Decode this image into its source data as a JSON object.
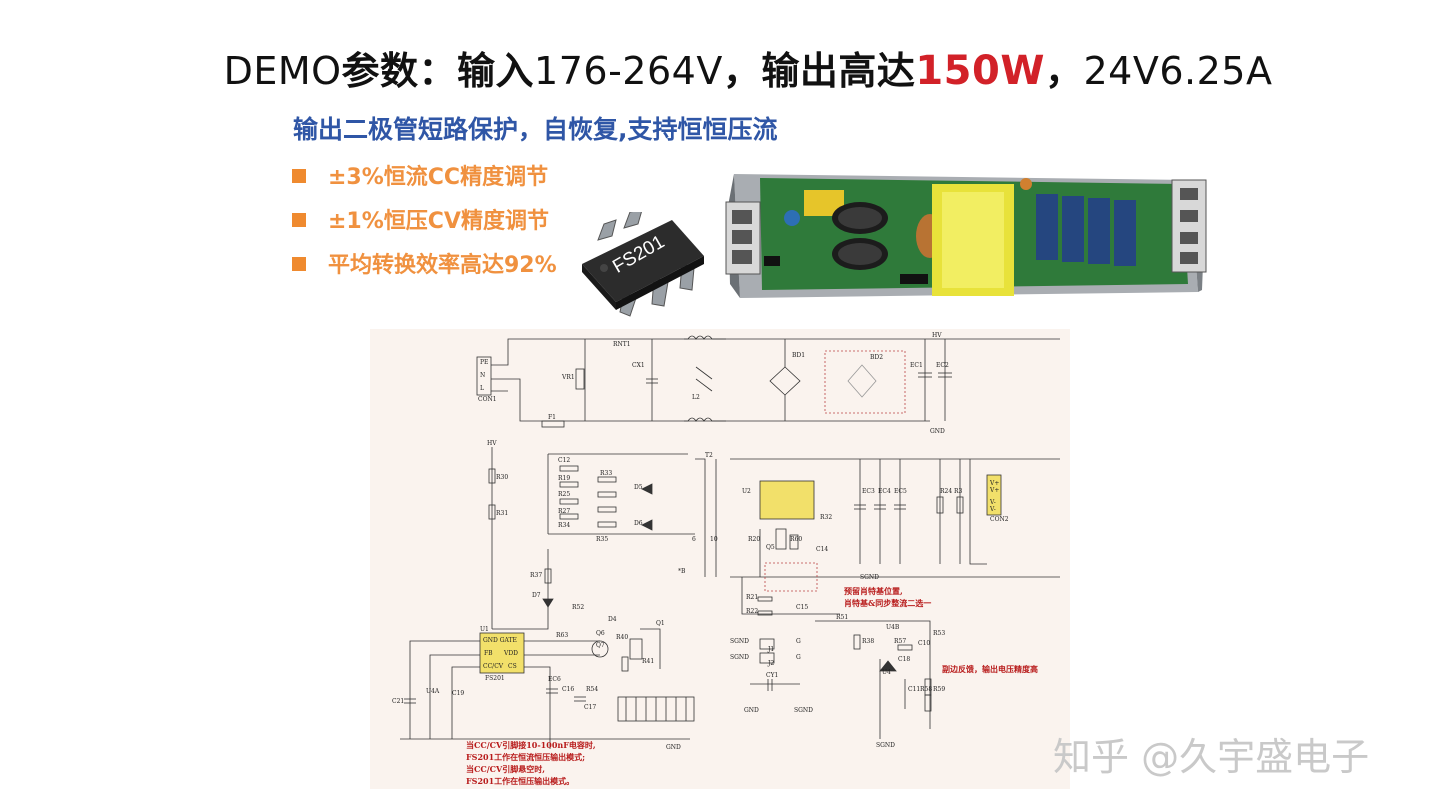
{
  "slide": {
    "title": {
      "part1": "DEMO",
      "part2": "参数：输入",
      "part3": "176-264V",
      "part4": "，输出高达",
      "part5": "150W",
      "part6": "，",
      "part7": "24V6.25A"
    },
    "subtitle": "输出二极管短路保护，自恢复,支持恒恒压流",
    "bullets": [
      "±3%恒流CC精度调节",
      "±1%恒压CV精度调节",
      "平均转换效率高达92%"
    ],
    "chip_label": "FS201",
    "watermark": "知乎 @久宇盛电子",
    "colors": {
      "highlight": "#d22128",
      "subtitle": "#2f56a6",
      "bullet": "#f0913f"
    }
  },
  "schematic": {
    "labels": {
      "pe": "PE",
      "n": "N",
      "l": "L",
      "con1": "CON1",
      "f1": "F1",
      "vr1": "VR1",
      "rnt1": "RNT1",
      "cx1": "CX1",
      "l2": "L2",
      "bd1": "BD1",
      "bd2": "BD2",
      "ec1": "EC1",
      "ec2": "EC2",
      "hv": "HV",
      "gnd": "GND",
      "t2": "T2",
      "r30": "R30",
      "r31": "R31",
      "r37": "R37",
      "d7": "D7",
      "c12": "C12",
      "r19": "R19",
      "r25": "R25",
      "r27": "R27",
      "r34": "R34",
      "r33": "R33",
      "r35": "R35",
      "d5": "D5",
      "d6": "D6",
      "u1": "U1",
      "fs201": "FS201",
      "gnd_gate": "GND GATE",
      "fb": "FB",
      "vdd": "VDD",
      "cc_cv": "CC/CV",
      "cs": "CS",
      "q1": "Q1",
      "q6": "Q6",
      "q7": "Q7",
      "r40": "R40",
      "r41": "R41",
      "r52": "R52",
      "r53": "R53",
      "r54": "R54",
      "r63": "R63",
      "d4": "D4",
      "ec6": "EC6",
      "c16": "C16",
      "c17": "C17",
      "c21": "C21",
      "c19": "C19",
      "u4a": "U4A",
      "u2": "U2",
      "r20": "R20",
      "r60": "R60",
      "c14": "C14",
      "q5": "Q5",
      "r21": "R21",
      "r22": "R22",
      "c15": "C15",
      "r32": "R32",
      "ec3": "EC3",
      "ec4": "EC4",
      "ec5": "EC5",
      "r24": "R24",
      "r3": "R3",
      "con2": "CON2",
      "sgnd": "SGND",
      "r51": "R51",
      "u4b": "U4B",
      "r38": "R38",
      "r57": "R57",
      "r58": "R58",
      "r59": "R59",
      "c10": "C10",
      "c11": "C11",
      "c18": "C18",
      "u4": "U4",
      "cy1": "CY1",
      "j1": "J1",
      "j2": "J2",
      "g": "G",
      "vplus1": "V+",
      "vplus2": "V+",
      "vminus1": "V-",
      "vminus2": "V-",
      "hv2": "HV",
      "b": "*B",
      "pin10": "10",
      "pin6": "6"
    },
    "notes": {
      "sync_line1": "预留肖特基位置,",
      "sync_line2": "肖特基&同步整流二选一",
      "feedback": "副边反馈，输出电压精度高",
      "cccv_line1": "当CC/CV引脚接10-100nF电容时,",
      "cccv_line2": "FS201工作在恒流恒压输出模式;",
      "cccv_line3": "当CC/CV引脚悬空时,",
      "cccv_line4": "FS201工作在恒压输出模式。"
    }
  }
}
